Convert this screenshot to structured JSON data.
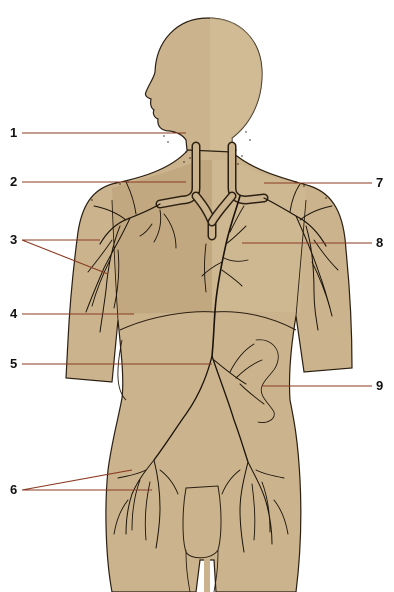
{
  "colors": {
    "skin": "#cbb48d",
    "skin_dark": "#bca27a",
    "outline": "#2b1f12",
    "vessel": "#1a1209",
    "leader": "#8a3a22",
    "label": "#111111",
    "background": "#ffffff"
  },
  "labels": {
    "l1": "1",
    "l2": "2",
    "l3": "3",
    "l4": "4",
    "l5": "5",
    "l6": "6",
    "l7": "7",
    "l8": "8",
    "l9": "9"
  }
}
